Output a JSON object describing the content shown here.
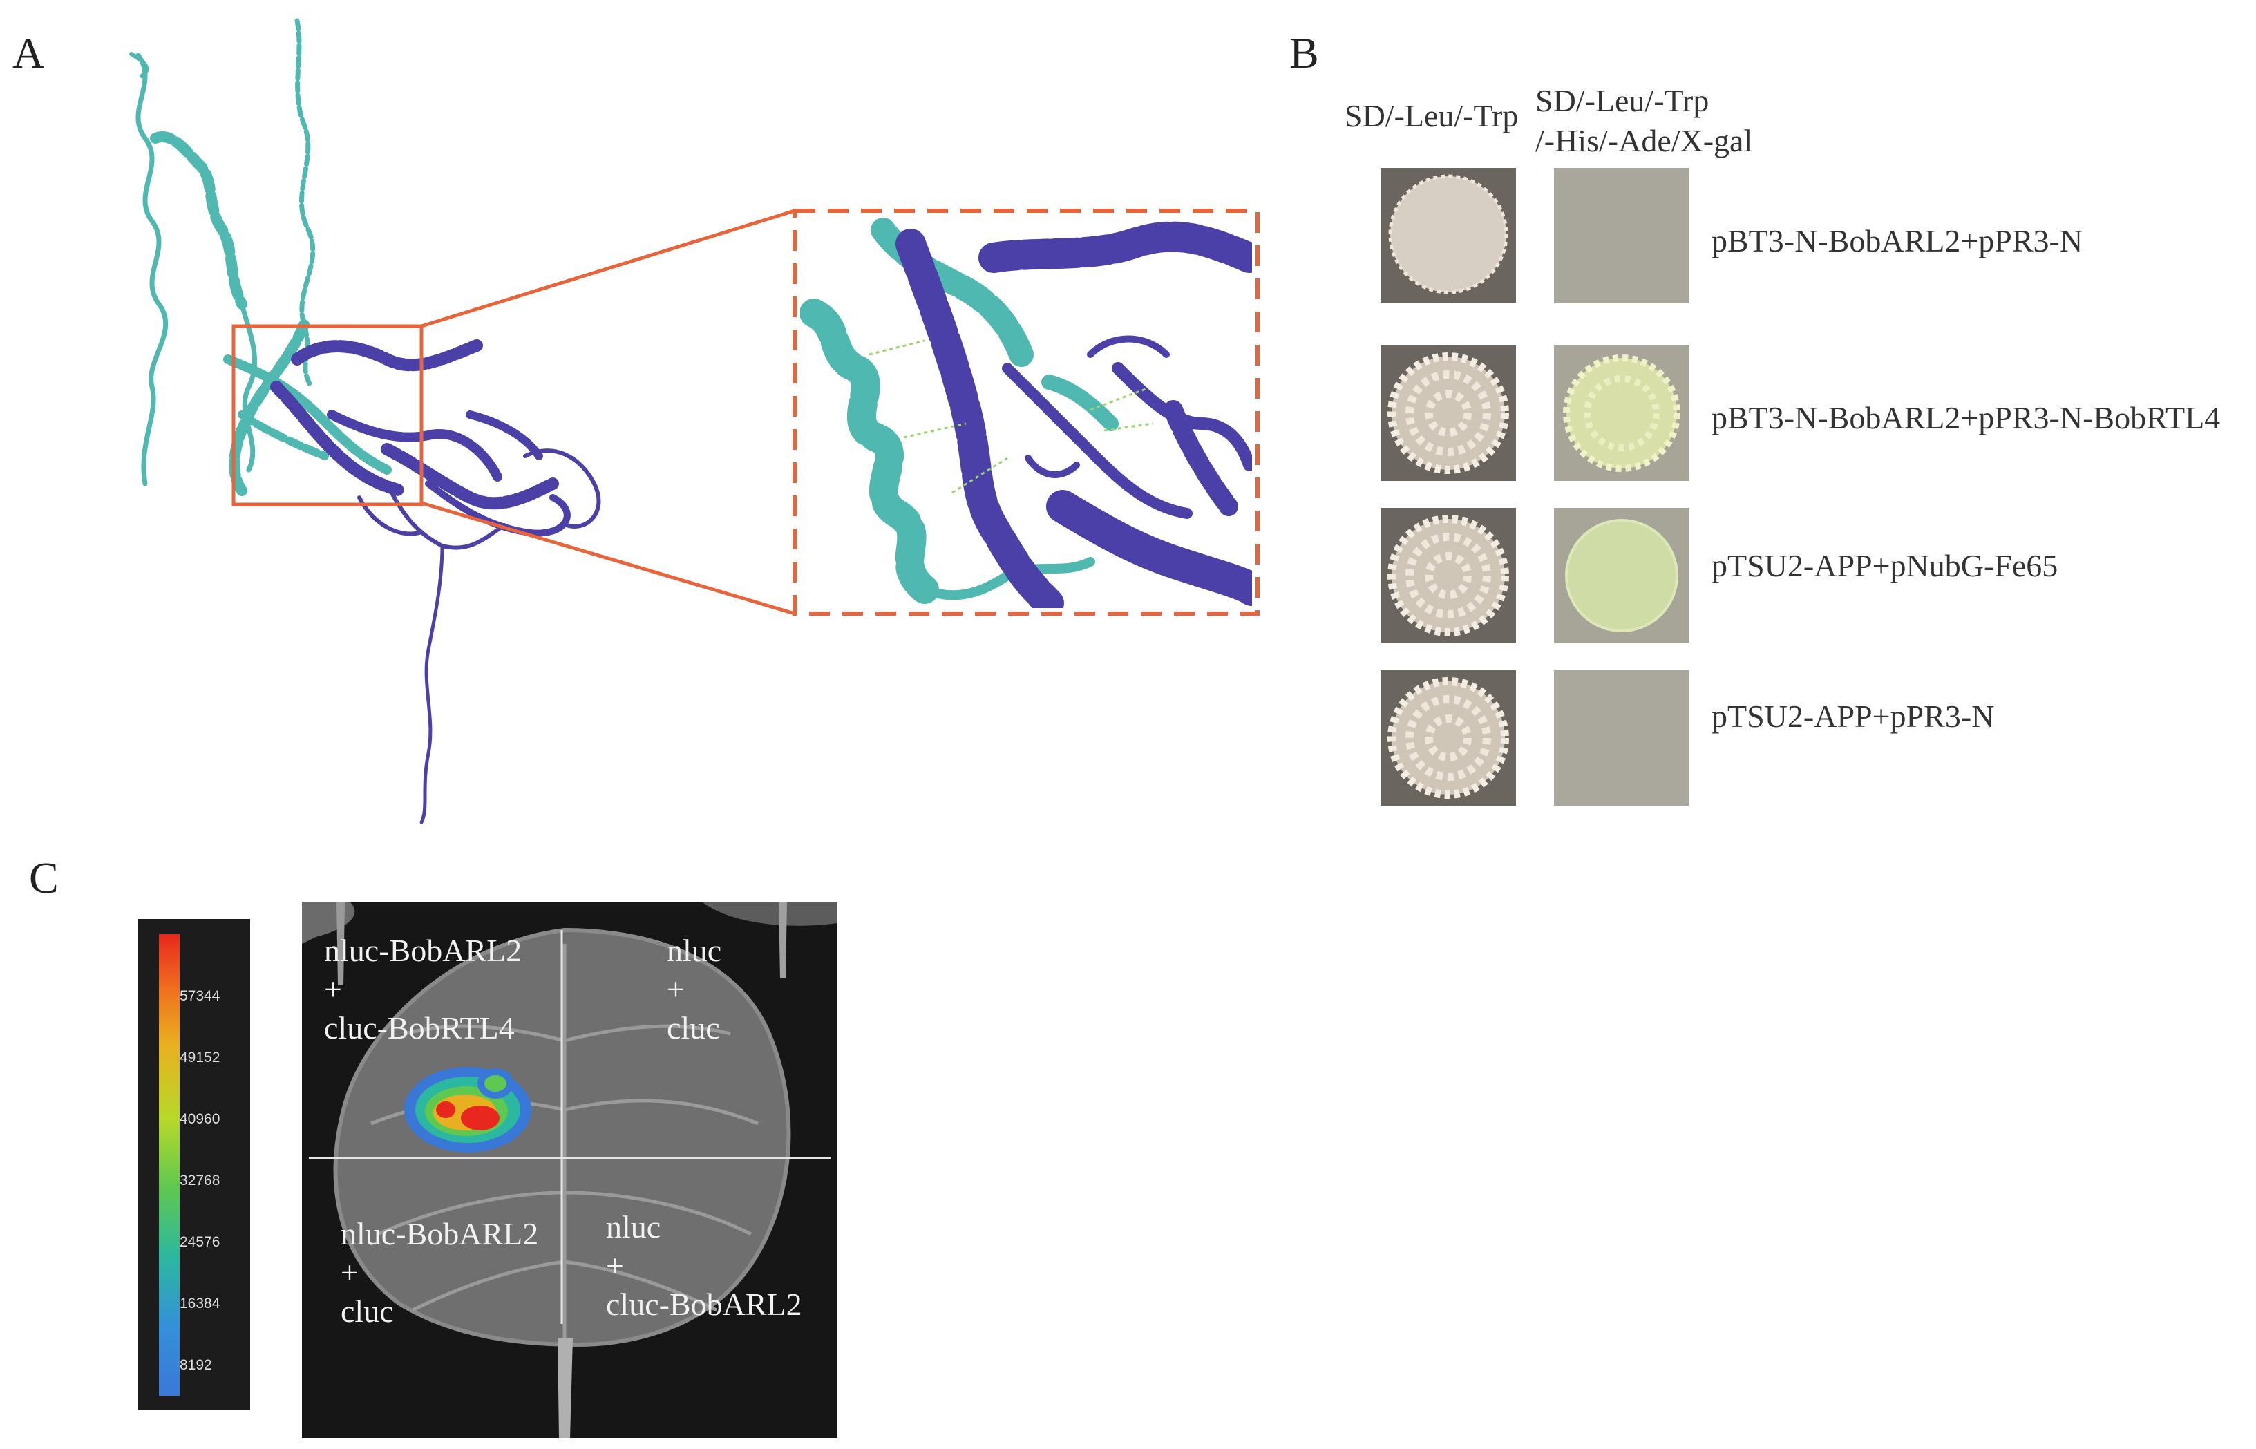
{
  "panels": {
    "a": {
      "letter": "A"
    },
    "b": {
      "letter": "B",
      "col_headers": [
        "SD/-Leu/-Trp",
        "SD/-Leu/-Trp",
        "/-His/-Ade/X-gal"
      ],
      "rows": [
        {
          "label": "pBT3-N-BobARL2+pPR3-N",
          "left_growth": "colony",
          "right_growth": "none"
        },
        {
          "label": "pBT3-N-BobARL2+pPR3-N-BobRTL4",
          "left_growth": "colony",
          "right_growth": "colony"
        },
        {
          "label": "pTSU2-APP+pNubG-Fe65",
          "left_growth": "colony",
          "right_growth": "colony"
        },
        {
          "label": "pTSU2-APP+pPR3-N",
          "left_growth": "colony",
          "right_growth": "none"
        }
      ]
    },
    "c": {
      "letter": "C",
      "scale_ticks": [
        "57344",
        "49152",
        "40960",
        "32768",
        "24576",
        "16384",
        "8192"
      ],
      "quadrants": {
        "top_left": [
          "nluc-BobARL2",
          "+",
          "cluc-BobRTL4"
        ],
        "top_right": [
          "nluc",
          "+",
          "cluc"
        ],
        "bottom_left": [
          "nluc-BobARL2",
          "+",
          "cluc"
        ],
        "bottom_right": [
          "nluc",
          "+",
          "cluc-BobARL2"
        ]
      }
    }
  },
  "colors": {
    "chain_a": "#4fb8b0",
    "chain_b": "#4b3fa8",
    "zoom_box": "#e8643a",
    "leaf_bg": "#161616",
    "signal_high": "#e8281e",
    "signal_low": "#3a78d8"
  }
}
